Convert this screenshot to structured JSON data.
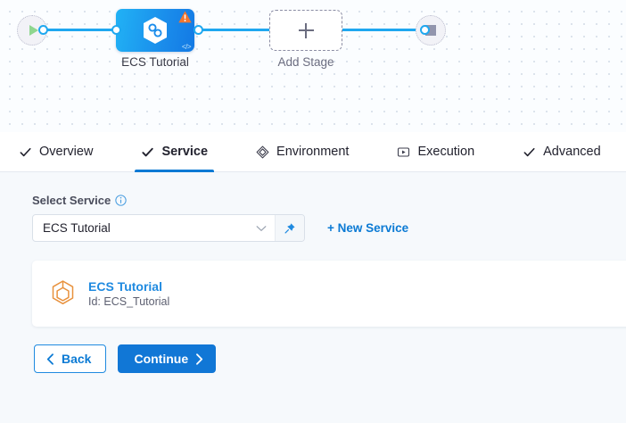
{
  "pipeline": {
    "start_node": {
      "icon": "play-icon"
    },
    "end_node": {
      "icon": "stop-icon"
    },
    "stage": {
      "label": "ECS Tutorial",
      "icon": "deployment-stage-icon",
      "warning_icon": "warning-triangle-icon",
      "code_icon": "code-brackets-icon"
    },
    "add_stage": {
      "label": "Add Stage",
      "icon": "plus-icon"
    }
  },
  "tabs": [
    {
      "label": "Overview",
      "icon": "check-icon",
      "active": false
    },
    {
      "label": "Service",
      "icon": "check-icon",
      "active": true
    },
    {
      "label": "Environment",
      "icon": "layers-icon",
      "active": false
    },
    {
      "label": "Execution",
      "icon": "play-box-icon",
      "active": false
    },
    {
      "label": "Advanced",
      "icon": "check-icon",
      "active": false
    }
  ],
  "form": {
    "select_service_label": "Select Service",
    "info_icon": "info-icon",
    "service_select": {
      "value": "ECS Tutorial",
      "placeholder": "Select Service",
      "chevron_icon": "chevron-down-icon"
    },
    "pin_icon": "pin-icon",
    "new_service_label": "+ New Service"
  },
  "service_card": {
    "icon": "service-hexagon-icon",
    "name": "ECS Tutorial",
    "id": "Id: ECS_Tutorial"
  },
  "footer": {
    "back_label": "Back",
    "back_icon": "chevron-left-icon",
    "continue_label": "Continue",
    "continue_icon": "chevron-right-icon"
  },
  "colors": {
    "accent": "#0b7ad4",
    "stage_blue": "#1a8ceb",
    "edge_blue": "#1fa8f0",
    "warning_orange": "#f2762e",
    "service_orange": "#e8913c",
    "link_blue": "#1f8ae0"
  }
}
